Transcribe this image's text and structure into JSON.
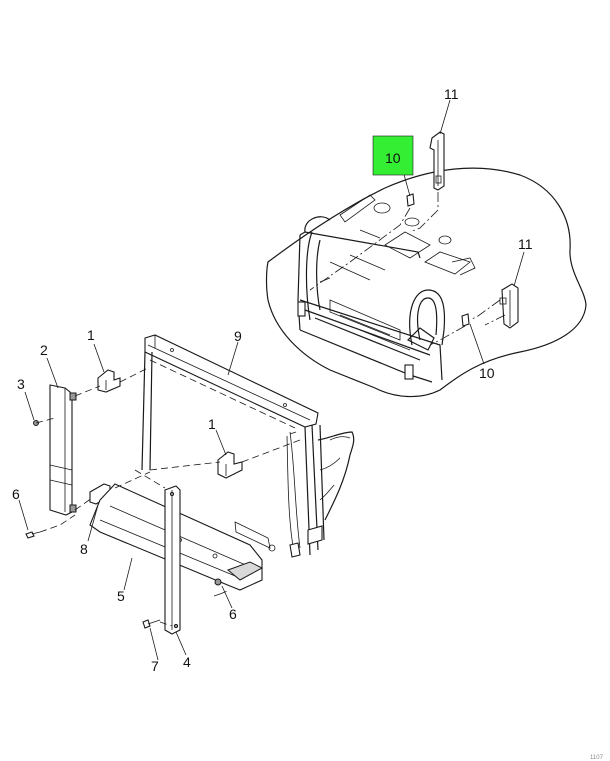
{
  "callouts": {
    "c1a": "1",
    "c1b": "1",
    "c2": "2",
    "c3": "3",
    "c4": "4",
    "c5": "5",
    "c6a": "6",
    "c6b": "6",
    "c7": "7",
    "c8": "8",
    "c9": "9",
    "c10a": "10",
    "c10b": "10",
    "c11a": "11",
    "c11b": "11"
  },
  "highlight": {
    "callout": "c10a",
    "color": "#33ee33"
  },
  "footer_code": "1107"
}
